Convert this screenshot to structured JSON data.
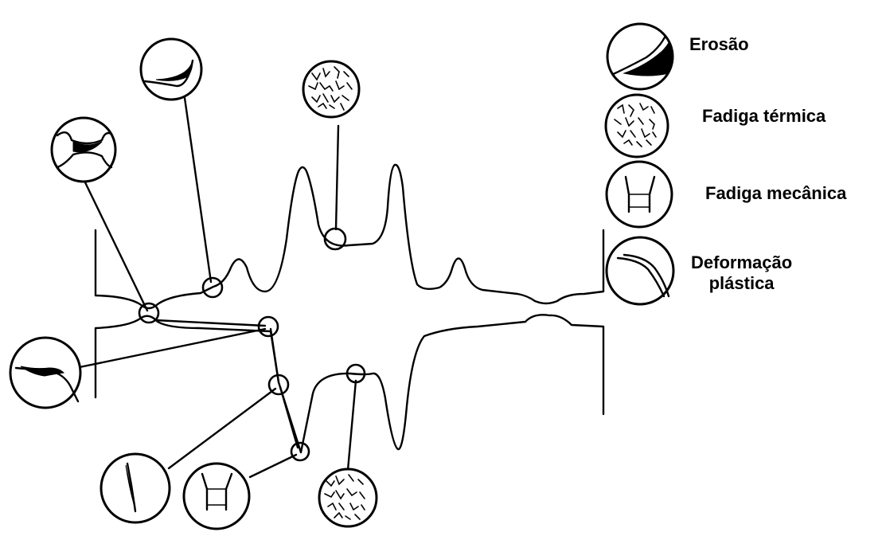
{
  "legend": {
    "erosion": "Erosão",
    "thermal_fatigue": "Fadiga térmica",
    "mechanical_fatigue": "Fadiga mecânica",
    "plastic_deformation_line1": "Deformação",
    "plastic_deformation_line2": "plástica"
  },
  "icons": {
    "erosion": "erosion-icon",
    "thermal_fatigue": "thermal-fatigue-icon",
    "mechanical_fatigue": "mechanical-fatigue-icon",
    "plastic_deformation": "plastic-deformation-icon"
  },
  "colors": {
    "line": "#000000",
    "background": "#ffffff"
  }
}
